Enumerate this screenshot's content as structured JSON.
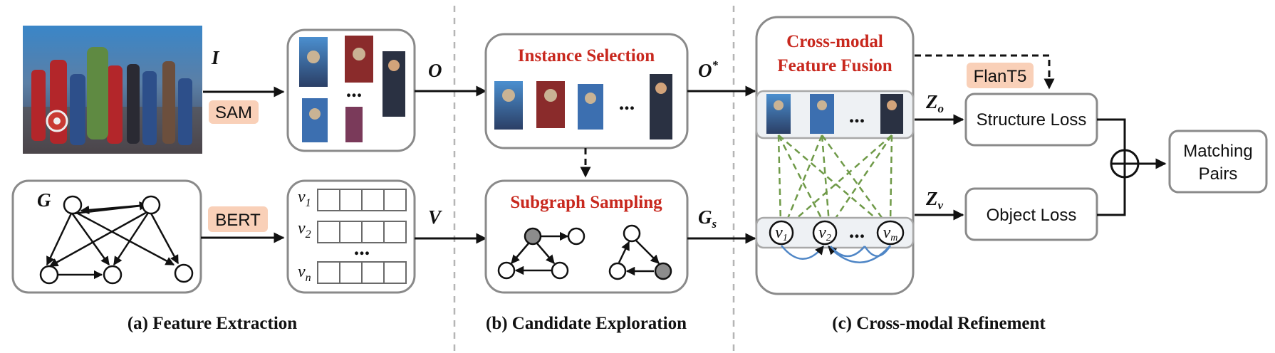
{
  "feature_extraction": {
    "image_symbol": "I",
    "sam_label": "SAM",
    "objects_symbol": "O",
    "graph_symbol": "G",
    "bert_label": "BERT",
    "vectors_symbol": "V",
    "vec_rows": [
      {
        "sym": "v",
        "sub": "1"
      },
      {
        "sym": "v",
        "sub": "2"
      },
      {
        "sym": "v",
        "sub": "n"
      }
    ],
    "dots": "...",
    "objects_dots": "...",
    "caption": "(a) Feature Extraction"
  },
  "candidate_exploration": {
    "instance_title": "Instance Selection",
    "instance_dots": "...",
    "subgraph_title": "Subgraph Sampling",
    "o_star": "O",
    "o_star_sup": "*",
    "g_s": "G",
    "g_s_sub": "s",
    "caption": "(b) Candidate Exploration"
  },
  "cross_modal": {
    "title_line1": "Cross-modal",
    "title_line2": "Feature Fusion",
    "image_dots": "...",
    "nodes": [
      {
        "sym": "v",
        "sub": "1"
      },
      {
        "sym": "v",
        "sub": "2"
      },
      {
        "sym": "v",
        "sub": "m"
      }
    ],
    "node_dots": "...",
    "flant5_label": "FlanT5",
    "z_o": "Z",
    "z_o_sub": "o",
    "z_v": "Z",
    "z_v_sub": "v",
    "structure_loss": "Structure Loss",
    "object_loss": "Object Loss",
    "matching_line1": "Matching",
    "matching_line2": "Pairs",
    "caption": "(c) Cross-modal Refinement"
  },
  "colors": {
    "title_red": "#c8281e",
    "tag_peach": "#f9d0b8",
    "green_dash": "#6f9a48",
    "blue_arc": "#4f86c6",
    "box_gray": "#8a8a8a"
  }
}
